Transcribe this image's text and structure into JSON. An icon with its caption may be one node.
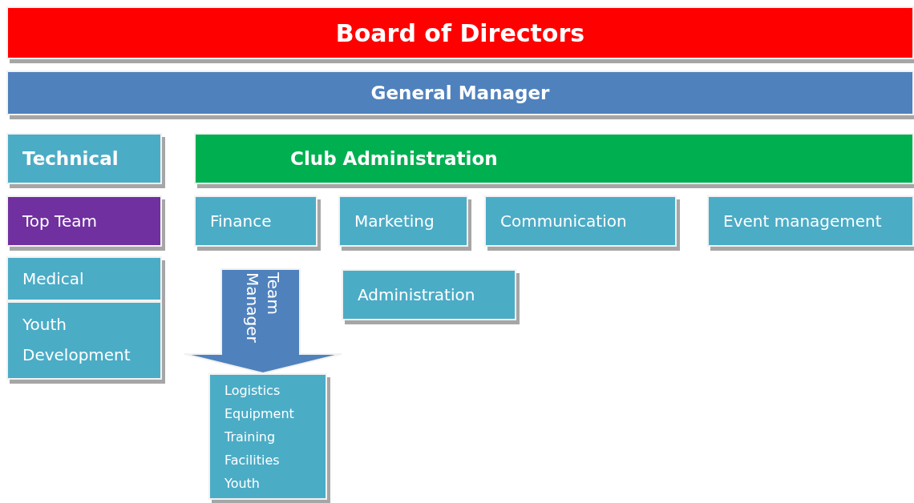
{
  "diagram": {
    "nodes": [
      {
        "text": [
          "Board of Directors"
        ]
      },
      {
        "text": [
          "General Manager"
        ]
      },
      {
        "text": [
          "Technical"
        ]
      },
      {
        "text": [
          "Club Administration"
        ]
      },
      {
        "text": [
          "Top Team"
        ]
      },
      {
        "text": [
          "Finance"
        ]
      },
      {
        "text": [
          "Marketing"
        ]
      },
      {
        "text": [
          "Communication"
        ]
      },
      {
        "text": [
          "Event management"
        ]
      },
      {
        "text": [
          "Medical"
        ]
      },
      {
        "text": [
          "Youth Development"
        ]
      },
      {
        "text": [
          "Administration"
        ]
      },
      {
        "text": [
          "Logistics",
          "Equipment",
          "Training",
          "Facilities",
          "Youth"
        ]
      }
    ],
    "edges": [
      {
        "from": null,
        "to": 12,
        "arrow": "to",
        "label": "Team Manager"
      }
    ]
  }
}
